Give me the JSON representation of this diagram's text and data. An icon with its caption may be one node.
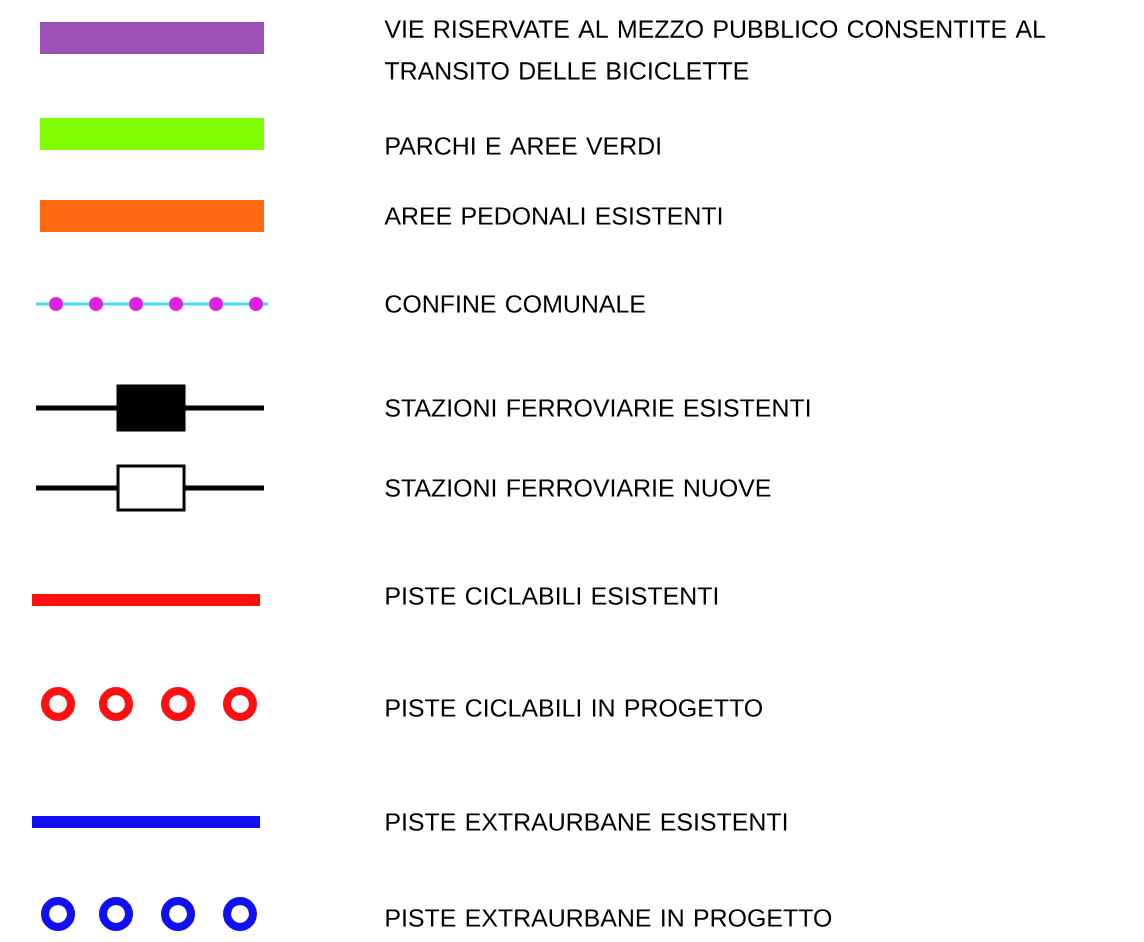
{
  "diagram": {
    "legend": [
      {
        "text": "VIE RISERVATE AL MEZZO PUBBLICO CONSENTITE AL TRANSITO DELLE BICICLETTE",
        "color": "#9b51b5"
      },
      {
        "text": "PARCHI E AREE VERDI",
        "color": "#80ff00"
      },
      {
        "text": "AREE PEDONALI ESISTENTI",
        "color": "#ff6a10"
      },
      {
        "text": "CONFINE COMUNALE"
      },
      {
        "text": "STAZIONI FERROVIARIE ESISTENTI"
      },
      {
        "text": "STAZIONI FERROVIARIE NUOVE"
      },
      {
        "text": "PISTE CICLABILI ESISTENTI"
      },
      {
        "text": "PISTE CICLABILI IN PROGETTO"
      },
      {
        "text": "PISTE EXTRAURBANE ESISTENTI"
      },
      {
        "text": "PISTE EXTRAURBANE IN PROGETTO"
      }
    ]
  }
}
